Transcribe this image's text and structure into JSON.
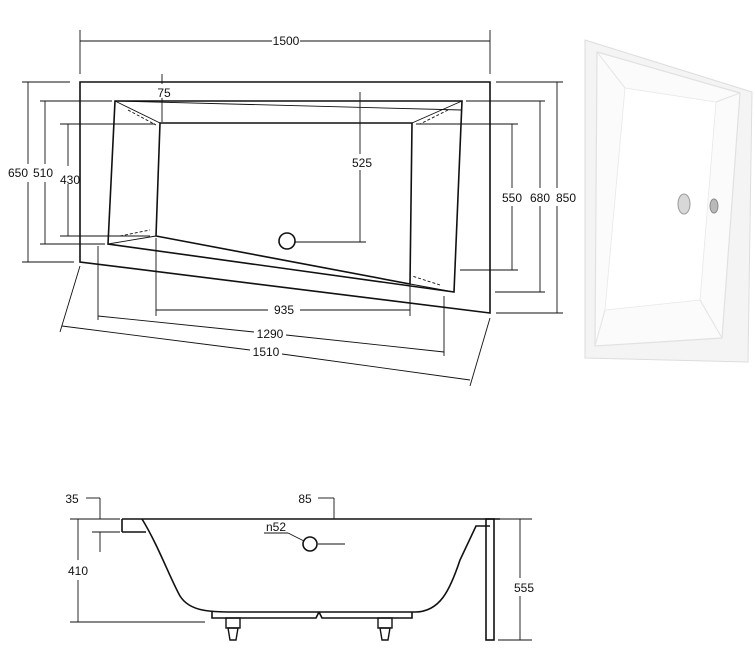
{
  "top_view": {
    "dims": {
      "width_overall": "1500",
      "rim_75": "75",
      "drain_525": "525",
      "left_650": "650",
      "left_510": "510",
      "left_430": "430",
      "right_550": "550",
      "right_680": "680",
      "right_850": "850",
      "bottom_935": "935",
      "bottom_1290": "1290",
      "bottom_1510": "1510"
    }
  },
  "side_view": {
    "dims": {
      "rim_35": "35",
      "overflow_85": "85",
      "overflow_n52": "n52",
      "depth_410": "410",
      "height_555": "555"
    }
  },
  "photo": {
    "colors": {
      "tub": "#fbfbfb",
      "shadow": "#e3e3e3",
      "chrome": "#b9b9b9"
    }
  }
}
